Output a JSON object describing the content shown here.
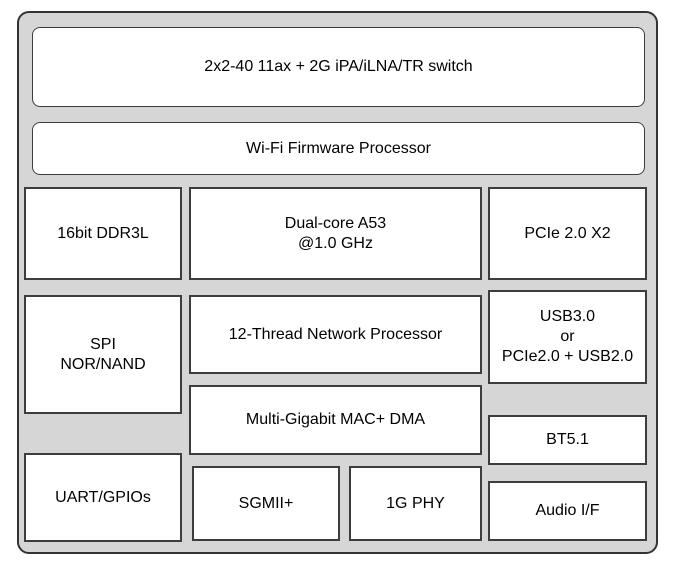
{
  "colors": {
    "page_bg": "#ffffff",
    "panel_fill": "#d6d6d6",
    "block_fill": "#ffffff",
    "block_border": "#3d3d3d",
    "panel_border": "#333333",
    "text": "#000000"
  },
  "diagram": {
    "type": "soc-block-diagram",
    "blocks": {
      "rf_switch": {
        "lines": [
          "2x2-40 11ax + 2G iPA/iLNA/TR switch"
        ]
      },
      "wifi_firmware": {
        "lines": [
          "Wi-Fi Firmware Processor"
        ]
      },
      "ddr": {
        "lines": [
          "16bit DDR3L"
        ]
      },
      "cpu": {
        "lines": [
          "Dual-core A53",
          "@1.0 GHz"
        ]
      },
      "pcie": {
        "lines": [
          "PCIe 2.0 X2"
        ]
      },
      "spi": {
        "lines": [
          "SPI",
          "NOR/NAND"
        ]
      },
      "network_processor": {
        "lines": [
          "12-Thread Network Processor"
        ]
      },
      "usb": {
        "lines": [
          "USB3.0",
          "or",
          "PCIe2.0 + USB2.0"
        ]
      },
      "mac_dma": {
        "lines": [
          "Multi-Gigabit MAC+ DMA"
        ]
      },
      "bt": {
        "lines": [
          "BT5.1"
        ]
      },
      "uart_gpio": {
        "lines": [
          "UART/GPIOs"
        ]
      },
      "sgmii": {
        "lines": [
          "SGMII+"
        ]
      },
      "gphy": {
        "lines": [
          "1G PHY"
        ]
      },
      "audio": {
        "lines": [
          "Audio I/F"
        ]
      }
    }
  }
}
